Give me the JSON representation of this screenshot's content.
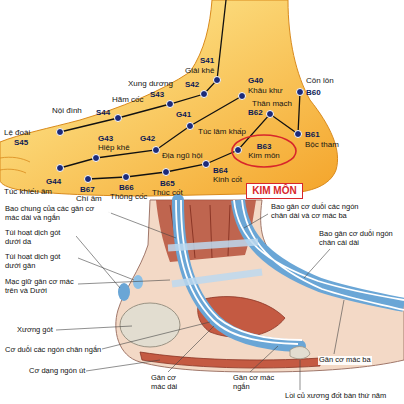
{
  "diagram": {
    "nodes": [
      {
        "text": [
          "B63",
          "Kim môn"
        ]
      },
      {
        "text": [
          "KIM MÔN"
        ]
      }
    ],
    "labels": [
      "S41",
      "Giải khê",
      "G40",
      "Khâu khư",
      "Xung dương",
      "S42",
      "Hãm cốc",
      "S43",
      "Nội đình",
      "S44",
      "Lệ đoài",
      "S45",
      "G41",
      "Túc lâm khấp",
      "G43",
      "Hiệp khê",
      "G42",
      "Địa ngũ hội",
      "G44",
      "Túc khiếu âm",
      "B67",
      "Chí âm",
      "B66",
      "Thông cốc",
      "B65",
      "Thúc cốt",
      "B64",
      "Kinh cốt",
      "Thân mạch",
      "B62",
      "B60",
      "Côn lôn",
      "B61",
      "Bộc tham",
      "Bao chung của các gân cơ mác dài và ngắn",
      "Túi hoạt dịch gót dưới da",
      "Túi hoạt dịch gót dưới gân",
      "Mạc giữ gân cơ mác trên và Dưới",
      "Xương gót",
      "Cơ duỗi các ngón chân ngắn",
      "Cơ dạng ngón út",
      "Gân cơ mác dài",
      "Gân cơ mác ngắn",
      "Gân cơ mác ba",
      "Lồi củ xương đốt bàn thứ năm",
      "Bao gân cơ duỗi các ngón chân dài và cơ mác ba",
      "Bao gân cơ duỗi ngón chân cái dài"
    ]
  }
}
